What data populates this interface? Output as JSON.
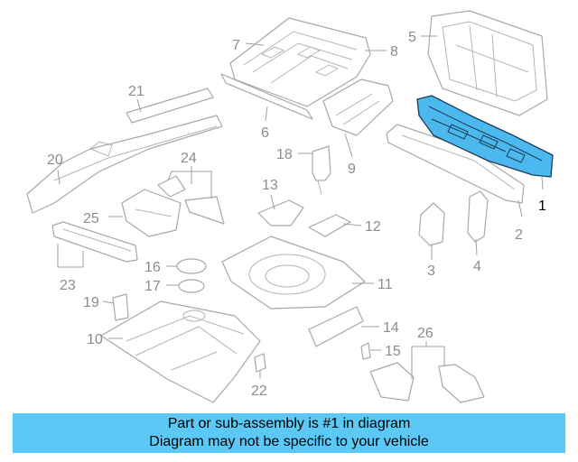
{
  "callouts": {
    "c1": "1",
    "c2": "2",
    "c3": "3",
    "c4": "4",
    "c5": "5",
    "c6": "6",
    "c7": "7",
    "c8": "8",
    "c9": "9",
    "c10": "10",
    "c11": "11",
    "c12": "12",
    "c13": "13",
    "c14": "14",
    "c15": "15",
    "c16": "16",
    "c17": "17",
    "c18": "18",
    "c19": "19",
    "c20": "20",
    "c21": "21",
    "c22": "22",
    "c23": "23",
    "c24": "24",
    "c25": "25",
    "c26": "26"
  },
  "highlighted_part": "1",
  "colors": {
    "highlight": "#4bb8ee",
    "banner": "#5bc8f5",
    "line": "#a8a8a8"
  },
  "banner": {
    "line1": "Part or sub-assembly is #1 in diagram",
    "line2": "Diagram may not be specific to your vehicle"
  }
}
